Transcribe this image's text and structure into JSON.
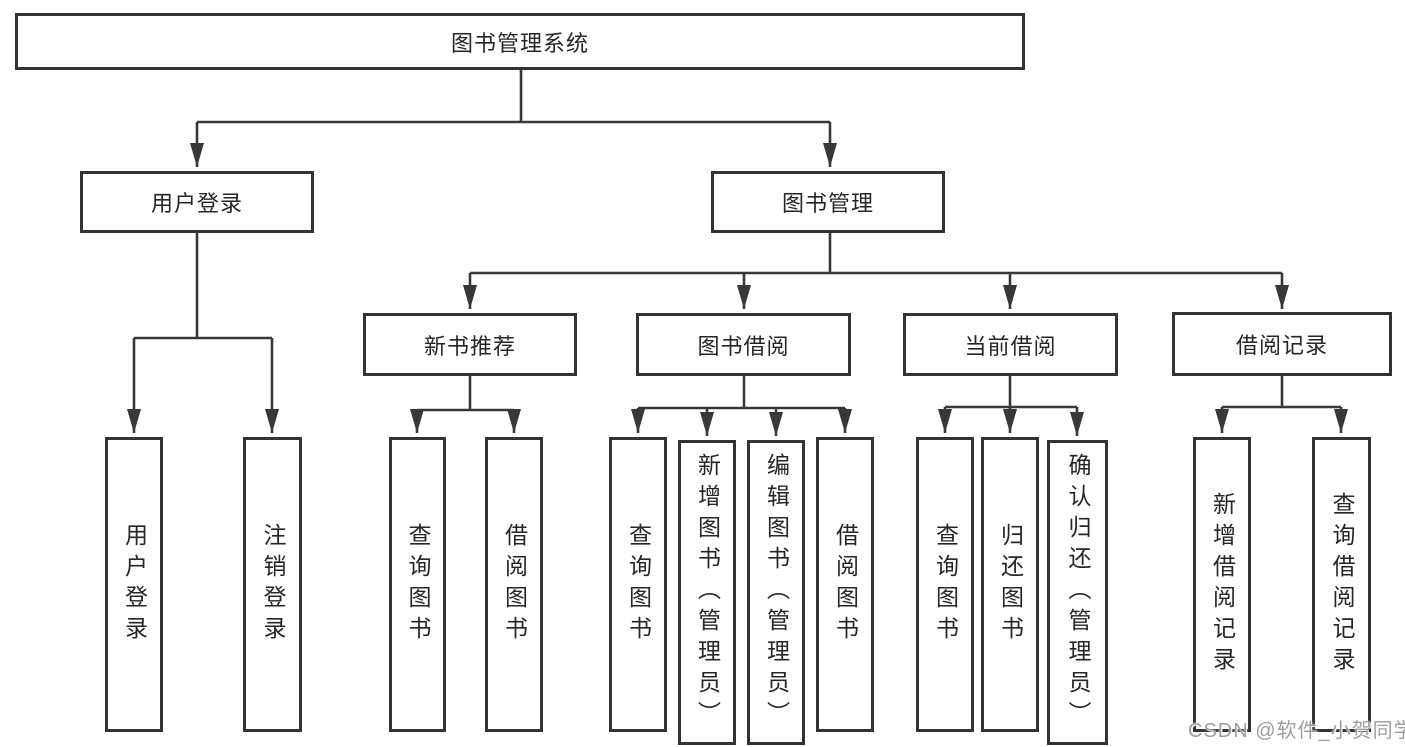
{
  "colors": {
    "line": "#383838",
    "box_border": "#333333",
    "text": "#262626",
    "watermark": "#9e9e9e",
    "background": "#ffffff"
  },
  "watermark": "CSDN @软件_小贺同学",
  "tree": {
    "label": "图书管理系统",
    "children": [
      {
        "label": "用户登录",
        "children": [
          {
            "label": "用户登录"
          },
          {
            "label": "注销登录"
          }
        ]
      },
      {
        "label": "图书管理",
        "children": [
          {
            "label": "新书推荐",
            "children": [
              {
                "label": "查询图书"
              },
              {
                "label": "借阅图书"
              }
            ]
          },
          {
            "label": "图书借阅",
            "children": [
              {
                "label": "查询图书"
              },
              {
                "label": "新增图书（管理员）"
              },
              {
                "label": "编辑图书（管理员）"
              },
              {
                "label": "借阅图书"
              }
            ]
          },
          {
            "label": "当前借阅",
            "children": [
              {
                "label": "查询图书"
              },
              {
                "label": "归还图书"
              },
              {
                "label": "确认归还（管理员）"
              }
            ]
          },
          {
            "label": "借阅记录",
            "children": [
              {
                "label": "新增借阅记录"
              },
              {
                "label": "查询借阅记录"
              }
            ]
          }
        ]
      }
    ]
  }
}
